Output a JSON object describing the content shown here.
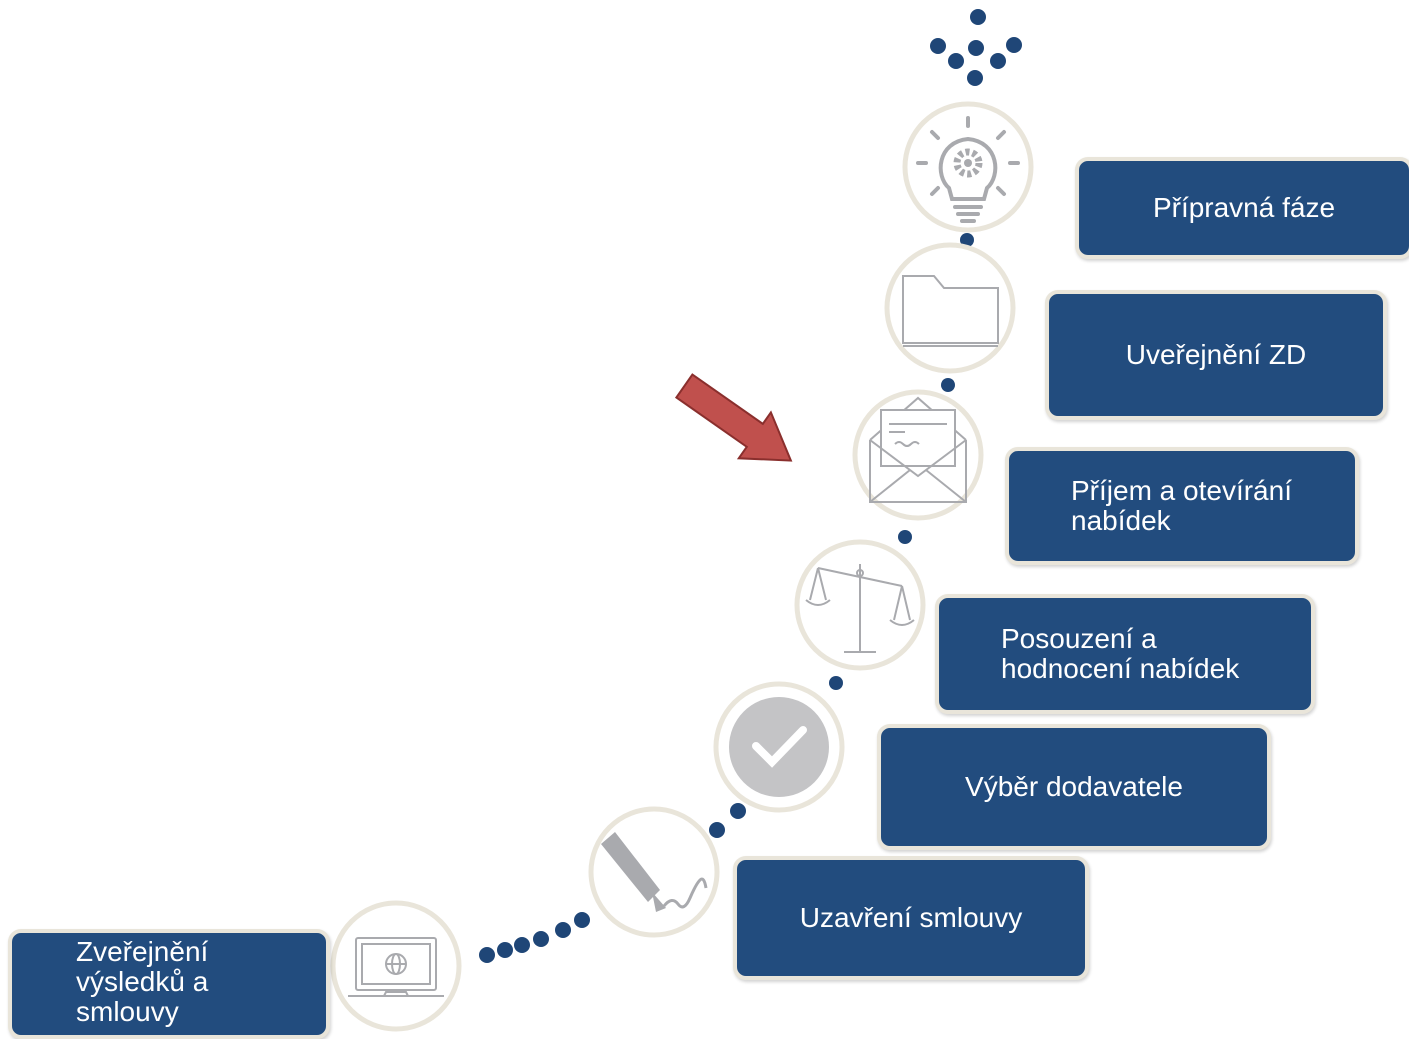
{
  "stages": [
    {
      "id": "pripravna",
      "label": "Přípravná fáze",
      "icon": "lightbulb-gear-icon"
    },
    {
      "id": "uverejneni",
      "label": "Uveřejnění ZD",
      "icon": "folder-icon"
    },
    {
      "id": "prijem",
      "label": "Příjem a otevírání nabídek",
      "icon": "envelope-letter-icon"
    },
    {
      "id": "posouzeni",
      "label": "Posouzení a hodnocení nabídek",
      "icon": "scales-icon"
    },
    {
      "id": "vyber",
      "label": "Výběr dodavatele",
      "icon": "checkmark-icon"
    },
    {
      "id": "uzavreni",
      "label": "Uzavření smlouvy",
      "icon": "fountain-pen-icon"
    },
    {
      "id": "zverejneni",
      "label": "Zveřejnění výsledků a smlouvy",
      "icon": "laptop-globe-icon"
    }
  ],
  "current_stage": "prijem",
  "colors": {
    "box": "#224c7e",
    "dot": "#1f4677",
    "icon_ring": "#e9e5da",
    "icon_stroke": "#a9aaae",
    "arrow": "#c0504d",
    "arrow_border": "#8a2f2d"
  }
}
